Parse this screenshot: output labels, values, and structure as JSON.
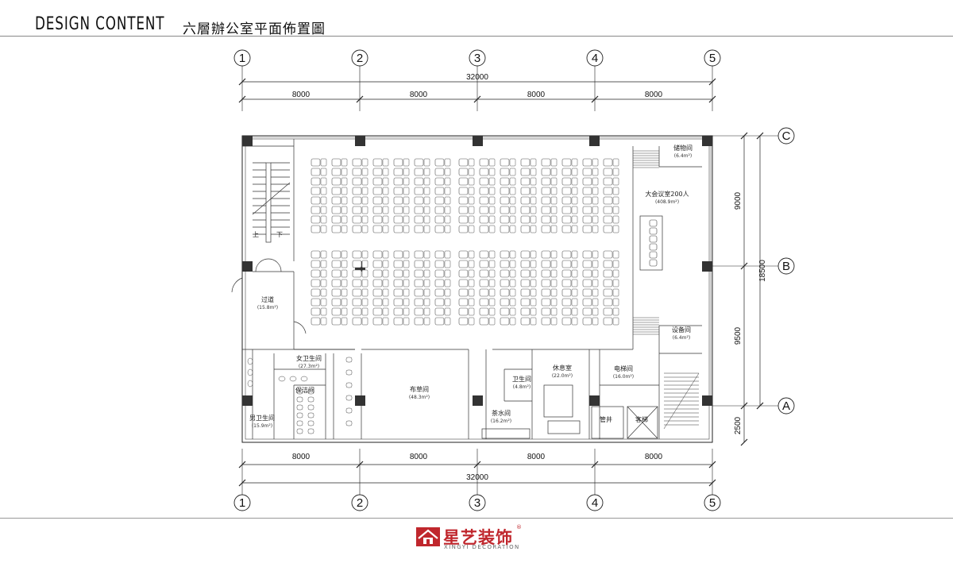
{
  "header": {
    "title_en": "DESIGN CONTENT",
    "title_cn": "六層辦公室平面佈置圖"
  },
  "plan": {
    "grid_columns": [
      "1",
      "2",
      "3",
      "4",
      "5"
    ],
    "grid_rows": [
      "C",
      "B",
      "A"
    ],
    "top_total": "32000",
    "bottom_total": "32000",
    "bay_widths": [
      "8000",
      "8000",
      "8000",
      "8000"
    ],
    "right_dims": [
      "9000",
      "18500",
      "9500",
      "2500"
    ],
    "rooms": [
      {
        "name": "储物间",
        "area": "(6.4m²)"
      },
      {
        "name": "大会议室200人",
        "area": "(408.9m²)"
      },
      {
        "name": "过道",
        "area": "(15.8m²)"
      },
      {
        "name": "设备间",
        "area": "(6.4m²)"
      },
      {
        "name": "女卫生间",
        "area": "(27.3m²)"
      },
      {
        "name": "保洁间",
        "area": ""
      },
      {
        "name": "男卫生间",
        "area": "(15.9m²)"
      },
      {
        "name": "布草间",
        "area": "(48.3m²)"
      },
      {
        "name": "卫生间",
        "area": "(4.8m²)"
      },
      {
        "name": "休息室",
        "area": "(22.0m²)"
      },
      {
        "name": "茶水间",
        "area": "(16.2m²)"
      },
      {
        "name": "电梯间",
        "area": "(16.0m²)"
      },
      {
        "name": "管井",
        "area": ""
      },
      {
        "name": "客梯",
        "area": ""
      }
    ],
    "stair_labels": {
      "up": "上",
      "down": "下"
    }
  },
  "logo": {
    "brand_cn": "星艺装饰",
    "brand_en": "XINGYI DECORATION",
    "reg": "®",
    "color": "#c0272d"
  }
}
